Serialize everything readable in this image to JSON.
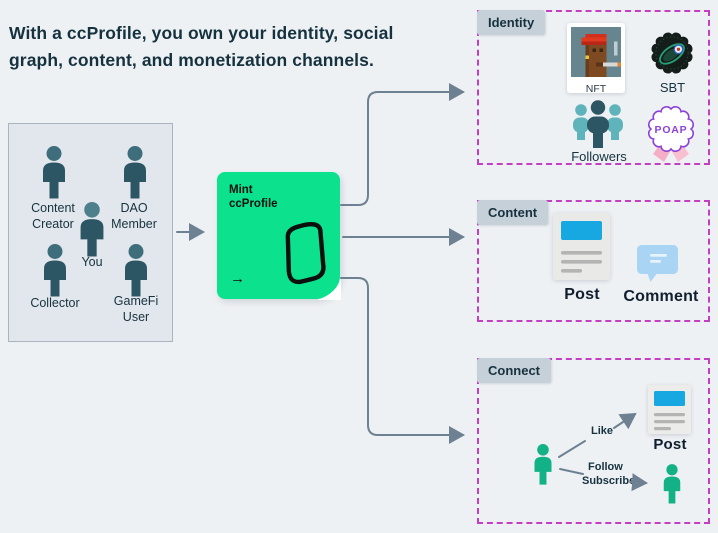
{
  "title": "With a ccProfile, you own your identity, social\ngraph, content, and monetization channels.",
  "actors": {
    "content_creator": "Content Creator",
    "dao_member": "DAO Member",
    "you": "You",
    "collector": "Collector",
    "gamefi_user": "GameFi User"
  },
  "mint": {
    "label": "Mint\nccProfile",
    "arrow_glyph": "→"
  },
  "identity": {
    "tab": "Identity",
    "nft": "NFT",
    "sbt": "SBT",
    "followers": "Followers",
    "poap": "POAP"
  },
  "content": {
    "tab": "Content",
    "post": "Post",
    "comment": "Comment"
  },
  "connect": {
    "tab": "Connect",
    "like": "Like",
    "follow": "Follow",
    "subscribe": "Subscribe",
    "post": "Post"
  },
  "colors": {
    "background": "#eef1f4",
    "heading_text": "#16323f",
    "accent_green": "#0ce18e",
    "person_teal_body": "#2d5665",
    "person_teal_head": "#3e6d7b",
    "follower_light_teal": "#5fb4bb",
    "connect_emerald": "#12b286",
    "arrow_gray": "#6d8192",
    "dashed_magenta": "#c43ec4",
    "tab_gray": "#c6d0d9",
    "post_blue": "#17a8e2",
    "comment_blue": "#a9d4f4",
    "poap_purple": "#8b41d8",
    "poap_ribbon_pink": "#f6aec6"
  }
}
